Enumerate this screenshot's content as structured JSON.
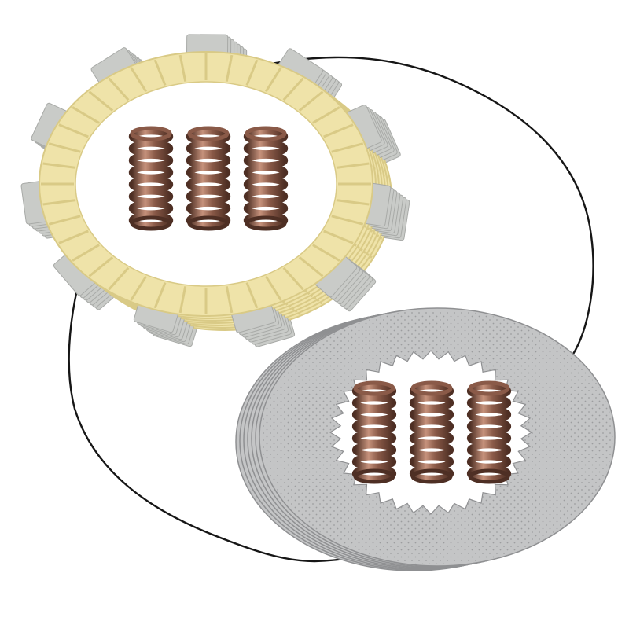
{
  "product": {
    "components": {
      "friction_plates": {
        "count": 7,
        "tab_count": 11
      },
      "steel_plates": {
        "count": 7
      },
      "springs": {
        "count": 6
      },
      "gasket": {
        "count": 1
      }
    }
  },
  "colors": {
    "background": "#ffffff",
    "friction_pad": "#efe3a9",
    "friction_pad_shade": "#d9ca86",
    "friction_tab": "#c9cbc8",
    "friction_tab_edge": "#a8aaa7",
    "steel": "#c4c5c6",
    "steel_edge": "#8f9092",
    "steel_dot": "#9c9d9f",
    "spring_coil": "#8a5a48",
    "spring_highlight": "#c6927c",
    "spring_shadow": "#4e2f24",
    "gasket": "#161616"
  }
}
